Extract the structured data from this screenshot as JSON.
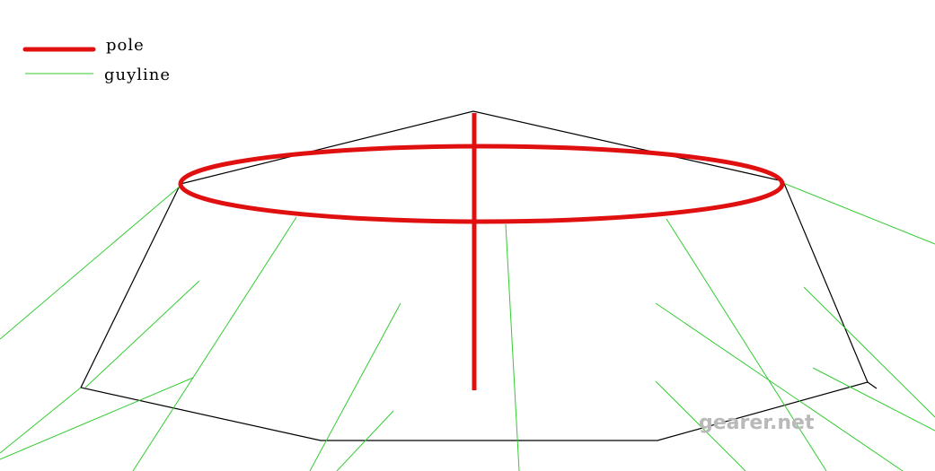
{
  "legend": {
    "pole": {
      "label": "pole",
      "color": "#e01010"
    },
    "guyline": {
      "label": "guyline",
      "color": "#33cc33"
    }
  },
  "outline_color": "#000000",
  "watermark": "gearer.net"
}
